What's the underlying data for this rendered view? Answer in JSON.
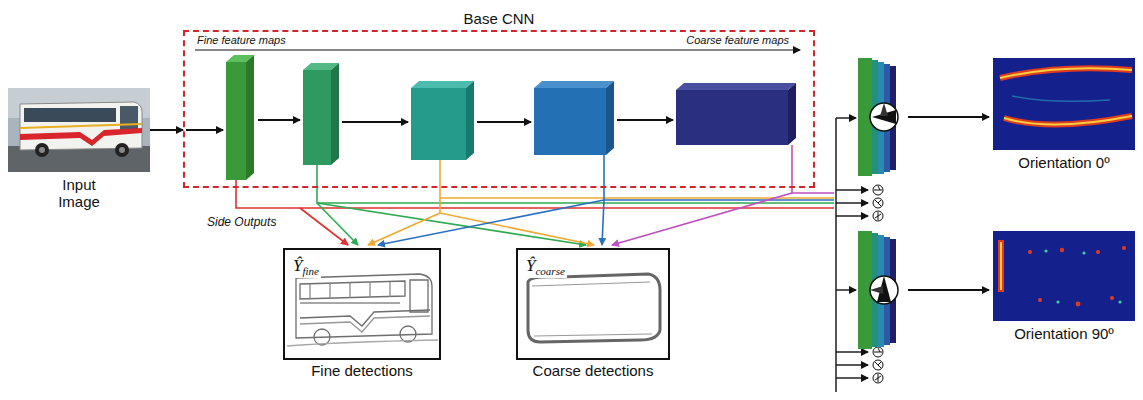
{
  "diagram": {
    "nodes": [
      {
        "text": [
          "Input Image"
        ]
      },
      {
        "text": [
          "Base CNN",
          "Fine feature maps",
          "Coarse feature maps"
        ]
      },
      {
        "text": [
          "Ŷfine",
          "Fine detections"
        ]
      },
      {
        "text": [
          "Ŷcoarse",
          "Coarse detections"
        ]
      },
      {
        "text": [
          "Orientation 0º"
        ]
      },
      {
        "text": [
          "Orientation 90º"
        ]
      }
    ],
    "edges": [
      {
        "from": 0,
        "to": 1,
        "arrow": "to"
      }
    ],
    "labels": [
      "Side Outputs"
    ]
  }
}
